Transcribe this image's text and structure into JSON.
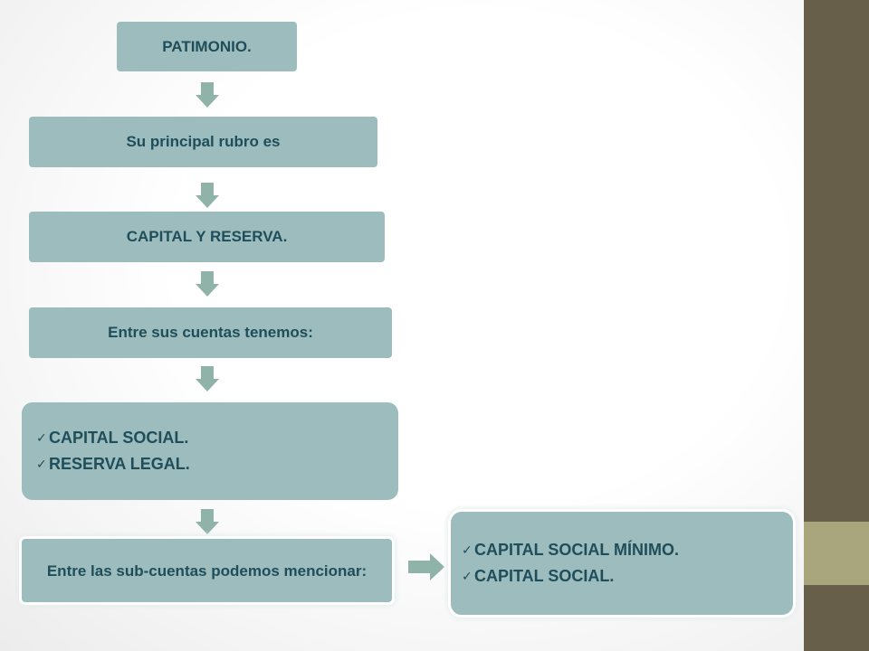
{
  "diagram": {
    "boxes": {
      "patrimonio": "PATIMONIO.",
      "rubro": "Su principal rubro es",
      "capital_reserva": "CAPITAL Y RESERVA.",
      "cuentas": "Entre sus cuentas tenemos:",
      "cuentas_list": [
        "CAPITAL SOCIAL.",
        "RESERVA LEGAL."
      ],
      "subcuentas": "Entre las sub-cuentas podemos mencionar:",
      "subcuentas_list": [
        "CAPITAL SOCIAL MÍNIMO.",
        "CAPITAL SOCIAL."
      ]
    },
    "colors": {
      "box_fill": "#9dbcbd",
      "box_text": "#1f4e5a",
      "arrow": "#8fb3a9",
      "sidebar": "#675f49",
      "sidebar_accent": "#a9a57c"
    }
  }
}
